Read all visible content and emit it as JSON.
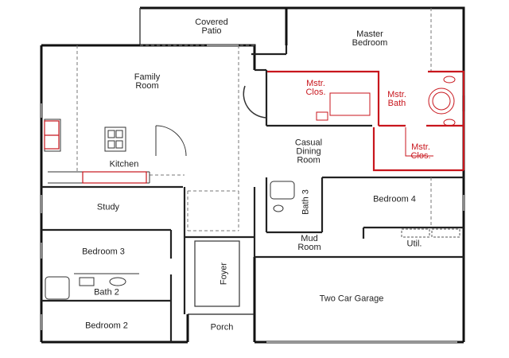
{
  "colors": {
    "wall": "#111111",
    "thin_line": "#555555",
    "dash_line": "#777777",
    "highlight": "#c8161d",
    "background": "#ffffff"
  },
  "rooms": {
    "covered_patio": [
      "Covered",
      "Patio"
    ],
    "master_bedroom": [
      "Master",
      "Bedroom"
    ],
    "family_room": [
      "Family",
      "Room"
    ],
    "mstr_clos_left": [
      "Mstr.",
      "Clos."
    ],
    "mstr_bath": [
      "Mstr.",
      "Bath"
    ],
    "mstr_clos_right": [
      "Mstr.",
      "Clos."
    ],
    "casual_dining": [
      "Casual",
      "Dining",
      "Room"
    ],
    "kitchen": "Kitchen",
    "study": "Study",
    "bath_3": "Bath 3",
    "bedroom_4": "Bedroom 4",
    "mud_room": [
      "Mud",
      "Room"
    ],
    "util": "Util.",
    "bedroom_3": "Bedroom 3",
    "foyer": "Foyer",
    "bath_2": "Bath 2",
    "two_car_garage": "Two Car Garage",
    "bedroom_2": "Bedroom 2",
    "porch": "Porch"
  }
}
